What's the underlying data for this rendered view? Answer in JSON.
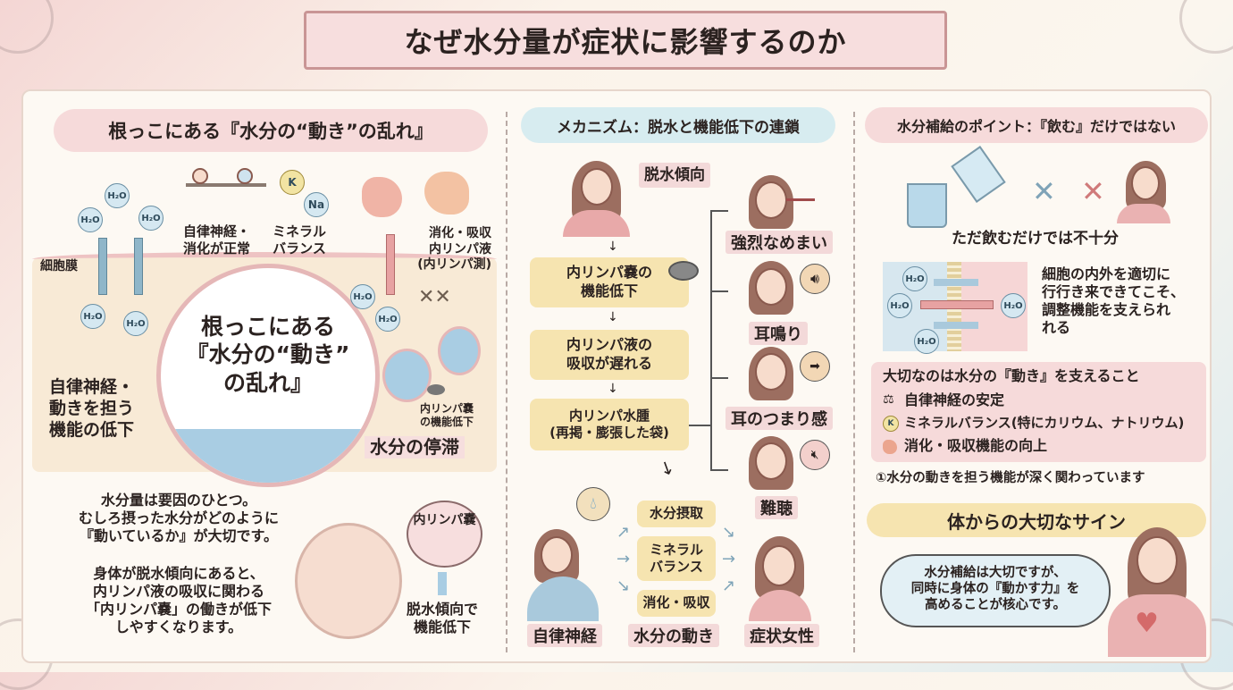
{
  "title": "なぜ水分量が症状に影響するのか",
  "left": {
    "header": "根っこにある『水分の“動き”の乱れ』",
    "molecule": "H₂O",
    "membrane_label": "細胞膜",
    "balance_label": "自律神経・\n消化が正常",
    "mineral_k": "K",
    "mineral_na": "Na",
    "mineral_label": "ミネラル\nバランス",
    "digest_label": "消化・吸収\n内リンパ液\n(内リンパ測)",
    "circle_text": "根っこにある\n『水分の“動き”\nの乱れ』",
    "left_caption": "自律神経・\n動きを担う\n機能の低下",
    "sac_label": "内リンパ嚢\nの機能低下",
    "stagnation": "水分の停滞",
    "cross": "✕✕",
    "para1": "水分量は要因のひとつ。\nむしろ摂った水分がどのように\n『動いているか』が大切です。",
    "para2": "身体が脱水傾向にあると、\n内リンパ液の吸収に関わる\n「内リンパ嚢」の働きが低下\nしやすくなります。",
    "bubble": "内リンパ嚢",
    "bubble_caption": "脱水傾向で\n機能低下"
  },
  "middle": {
    "header": "メカニズム：脱水と機能低下の連鎖",
    "start": "脱水傾向",
    "steps": [
      "内リンパ嚢の\n機能低下",
      "内リンパ液の\n吸収が遅れる",
      "内リンパ水腫\n(再掲・膨張した袋)"
    ],
    "symptoms": [
      "強烈なめまい",
      "耳鳴り",
      "耳のつまり感",
      "難聴"
    ],
    "flow": [
      "水分摂取",
      "ミネラル\nバランス",
      "消化・吸収"
    ],
    "bottom_labels": [
      "自律神経",
      "水分の動き",
      "症状女性"
    ]
  },
  "right": {
    "header": "水分補給のポイント：『飲む』だけではない",
    "not_enough": "ただ飲むだけでは不十分",
    "cross": "✕",
    "cell_text": "細胞の内外を適切に\n行行き来できてこそ、\n調整機能を支えられ\nれる",
    "key_title": "大切なのは水分の『動き』を支えること",
    "key_items": [
      {
        "icon": "scale-icon",
        "text": "自律神経の安定"
      },
      {
        "icon": "potassium-icon",
        "text": "ミネラルバランス(特にカリウム、ナトリウム)"
      },
      {
        "icon": "stomach-icon",
        "text": "消化・吸収機能の向上"
      }
    ],
    "note": "①水分の動きを担う機能が深く関わっています",
    "sign_header": "体からの大切なサイン",
    "speech": "水分補給は大切ですが、\n同時に身体の『動かす力』を\n高めることが核心です。"
  },
  "colors": {
    "pink": "#f7dede",
    "blue": "#d7ecf0",
    "yellow": "#f6e4b0",
    "border": "#c99595"
  }
}
